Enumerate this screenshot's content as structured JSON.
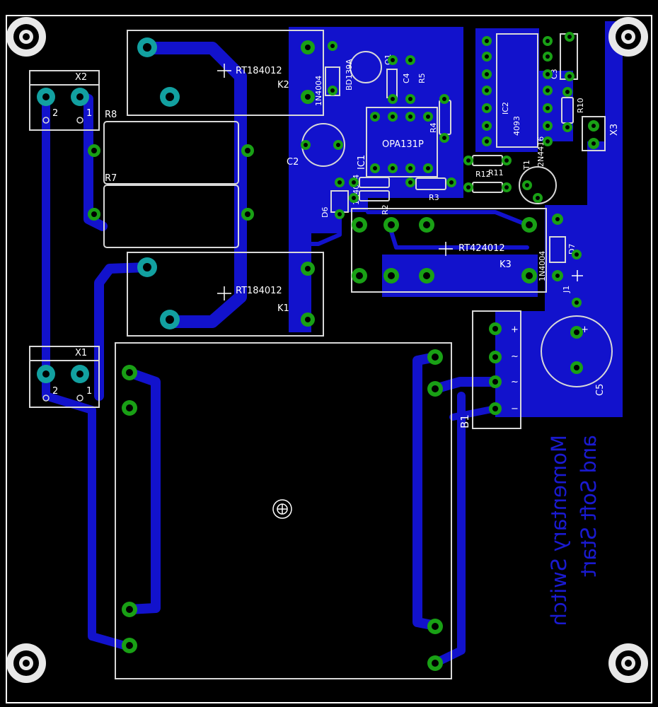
{
  "colors": {
    "background": "#000000",
    "copper_bottom": "#1212cc",
    "pad": "#19a015",
    "pad_ring": "#12a0a0",
    "silkscreen": "#d8d8d8",
    "board_edge": "#ffffff"
  },
  "components": {
    "k2": {
      "name": "K2",
      "value": "RT184012"
    },
    "k1": {
      "name": "K1",
      "value": "RT184012"
    },
    "k3": {
      "name": "K3",
      "value": "RT424012"
    },
    "x2": {
      "name": "X2",
      "pin1": "1",
      "pin2": "2"
    },
    "x1": {
      "name": "X1",
      "pin1": "1",
      "pin2": "2"
    },
    "x3": {
      "name": "X3"
    },
    "r8": {
      "name": "R8"
    },
    "r7": {
      "name": "R7"
    },
    "d5": {
      "name": "1N4004",
      "part": "BD139A"
    },
    "q1": {
      "name": "Q1"
    },
    "c4": {
      "name": "C4"
    },
    "r5": {
      "name": "R5"
    },
    "c2": {
      "name": "C2"
    },
    "ic1": {
      "name": "IC1",
      "value": "OPA131P"
    },
    "r4": {
      "name": "R4"
    },
    "d6": {
      "name": "D6",
      "value": "1N4004"
    },
    "r2": {
      "name": "R2"
    },
    "r3": {
      "name": "R3"
    },
    "ic2": {
      "name": "IC2",
      "value": "4093"
    },
    "c3": {
      "name": "C3"
    },
    "r10": {
      "name": "R10"
    },
    "t1": {
      "name": "T1",
      "value": "2N4416"
    },
    "r11": {
      "name": "R11"
    },
    "r12": {
      "name": "R12"
    },
    "d7": {
      "name": "D7",
      "value": "1N4004"
    },
    "j1": {
      "name": "J1"
    },
    "c5": {
      "name": "C5"
    },
    "b1": {
      "name": "B1",
      "plus": "+",
      "ac1": "~",
      "ac2": "~",
      "minus": "−"
    }
  },
  "bottom_text": {
    "line1": "Momentary Switch",
    "line2": "and Soft Start"
  }
}
